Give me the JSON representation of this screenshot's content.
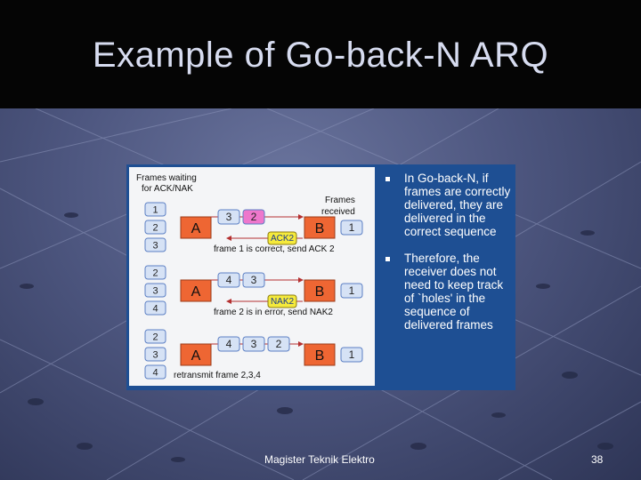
{
  "title": "Example of Go-back-N ARQ",
  "diagram": {
    "waiting_label_1": "Frames waiting",
    "waiting_label_2": "for ACK/NAK",
    "received_label_1": "Frames",
    "received_label_2": "received",
    "rows": [
      {
        "queue": [
          "1",
          "2",
          "3"
        ],
        "sender": "A",
        "in_flight": [
          "3",
          "2"
        ],
        "receiver": "B",
        "received": [
          "1"
        ],
        "reply": "ACK2",
        "caption": "frame 1 is correct, send ACK 2"
      },
      {
        "queue": [
          "2",
          "3",
          "4"
        ],
        "sender": "A",
        "in_flight": [
          "4",
          "3"
        ],
        "receiver": "B",
        "received": [
          "1"
        ],
        "reply": "NAK2",
        "caption": "frame 2 is in error, send NAK2"
      },
      {
        "queue": [
          "2",
          "3",
          "4"
        ],
        "sender": "A",
        "in_flight": [
          "4",
          "3",
          "2"
        ],
        "receiver": "B",
        "received": [
          "1"
        ],
        "reply": "",
        "caption": "retransmit frame 2,3,4"
      }
    ],
    "colors": {
      "sender_box": "#ee6633",
      "receiver_box": "#ee6633",
      "frame_box": "#d6e2f5",
      "frame_border": "#5b7fc4",
      "highlight_frame": "#ee77cc",
      "reply_box": "#f5ea3c",
      "arrow": "#b43030"
    }
  },
  "bullets": [
    "In Go-back-N, if frames are correctly delivered, they are delivered in the correct sequence",
    "Therefore, the receiver does not need to keep track of `holes' in the sequence of delivered frames"
  ],
  "footer": {
    "text": "Magister Teknik Elektro",
    "page": "38"
  }
}
